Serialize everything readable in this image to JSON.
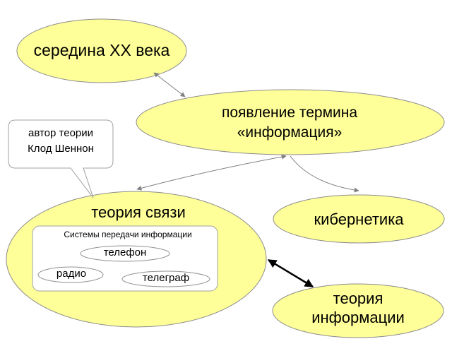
{
  "nodes": {
    "mid_century": "середина XX века",
    "term_line1": "появление термина",
    "term_line2": "«информация»",
    "callout_line1": "автор теории",
    "callout_line2": "Клод Шеннон",
    "comm_theory": "теория связи",
    "cybernetics": "кибернетика",
    "info_theory_line1": "теория",
    "info_theory_line2": "информации"
  },
  "systems_box": {
    "title": "Системы передачи информации",
    "items": [
      "телефон",
      "радио",
      "телеграф"
    ]
  },
  "colors": {
    "ellipse_fill": "#ffff99",
    "ellipse_stroke": "#8c8c8c",
    "box_stroke": "#a0a0a0",
    "arrow": "#808080",
    "arrow_bold": "#000000"
  }
}
